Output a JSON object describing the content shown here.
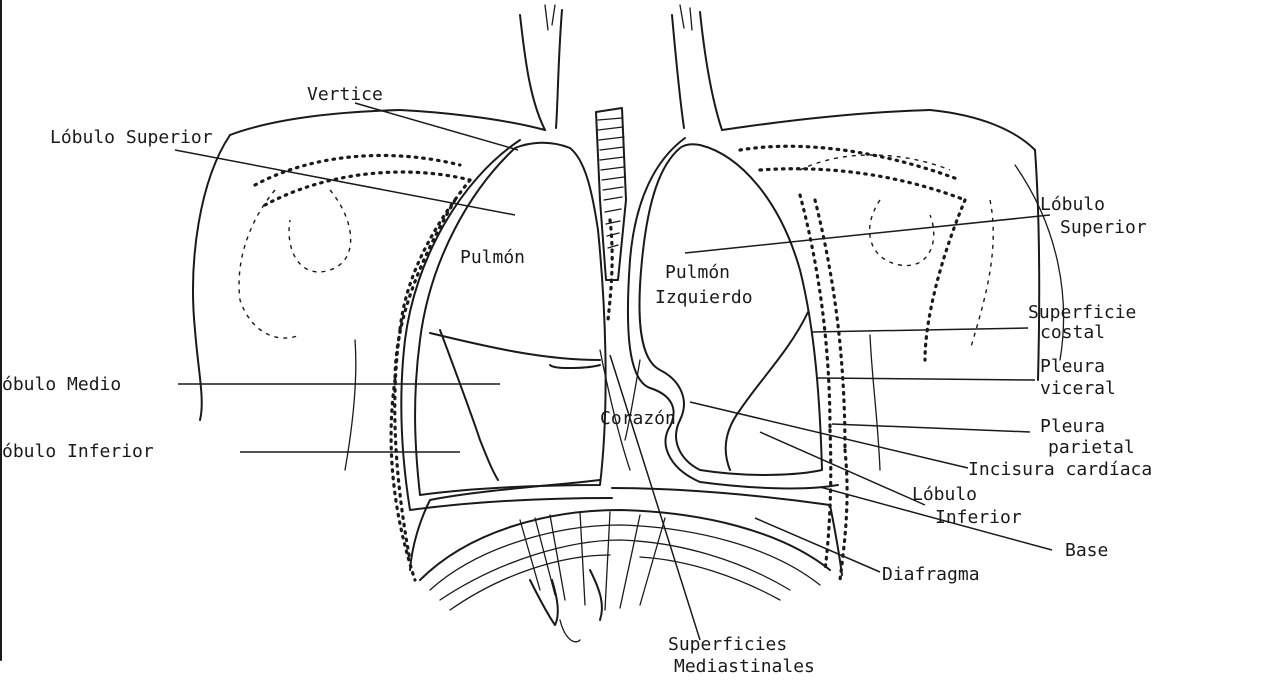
{
  "labels": {
    "vertice": "Vertice",
    "lobulo_superior_right": "Lóbulo Superior",
    "pulmon_right": "Pulmón",
    "lobulo_medio": "óbulo Medio",
    "lobulo_inferior_right": "óbulo Inferior",
    "lobulo_superior_left_1": "Lóbulo",
    "lobulo_superior_left_2": "Superior",
    "pulmon_izquierdo_1": "Pulmón",
    "pulmon_izquierdo_2": "Izquierdo",
    "superficie_costal_1": "Superficie",
    "superficie_costal_2": "costal",
    "pleura_visceral_1": "Pleura",
    "pleura_visceral_2": "viceral",
    "pleura_parietal_1": "Pleura",
    "pleura_parietal_2": "parietal",
    "corazon": "Corazón",
    "incisura_cardiaca": "Incisura cardíaca",
    "lobulo_inferior_left_1": "Lóbulo",
    "lobulo_inferior_left_2": "Inferior",
    "base": "Base",
    "diafragma": "Diafragma",
    "superficies_mediastinales_1": "Superficies",
    "superficies_mediastinales_2": "Mediastinales"
  }
}
